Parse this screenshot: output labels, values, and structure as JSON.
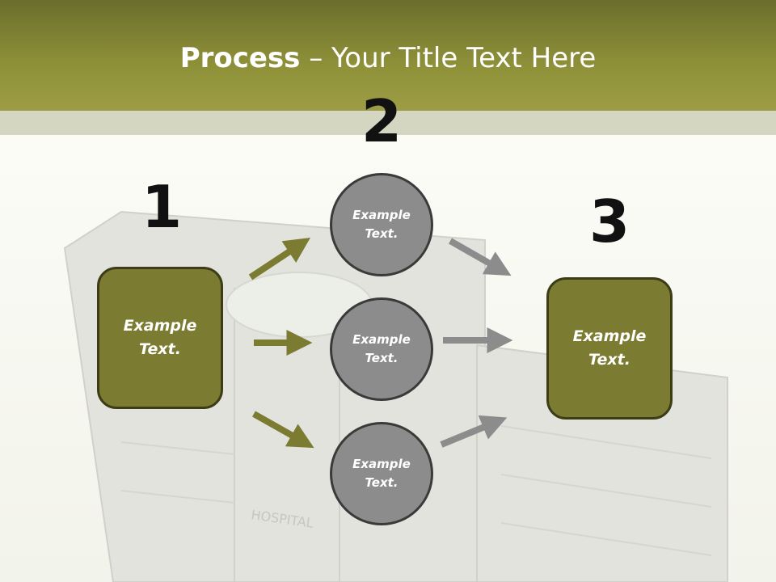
{
  "slide": {
    "title_bold": "Process",
    "title_rest": " – Your Title Text Here"
  },
  "steps": [
    {
      "number": "1",
      "text": "Example\nText."
    },
    {
      "number": "2"
    },
    {
      "number": "3",
      "text": "Example\nText."
    }
  ],
  "circles": [
    {
      "text": "Example\nText."
    },
    {
      "text": "Example\nText."
    },
    {
      "text": "Example\nText."
    }
  ],
  "background_labels": [
    "HOSPITAL"
  ],
  "colors": {
    "header": "#8f9139",
    "box_fill": "#7b7b31",
    "circle_fill": "#8c8c8c",
    "olive_arrow": "#7b7b31",
    "gray_arrow": "#8c8c8c"
  }
}
